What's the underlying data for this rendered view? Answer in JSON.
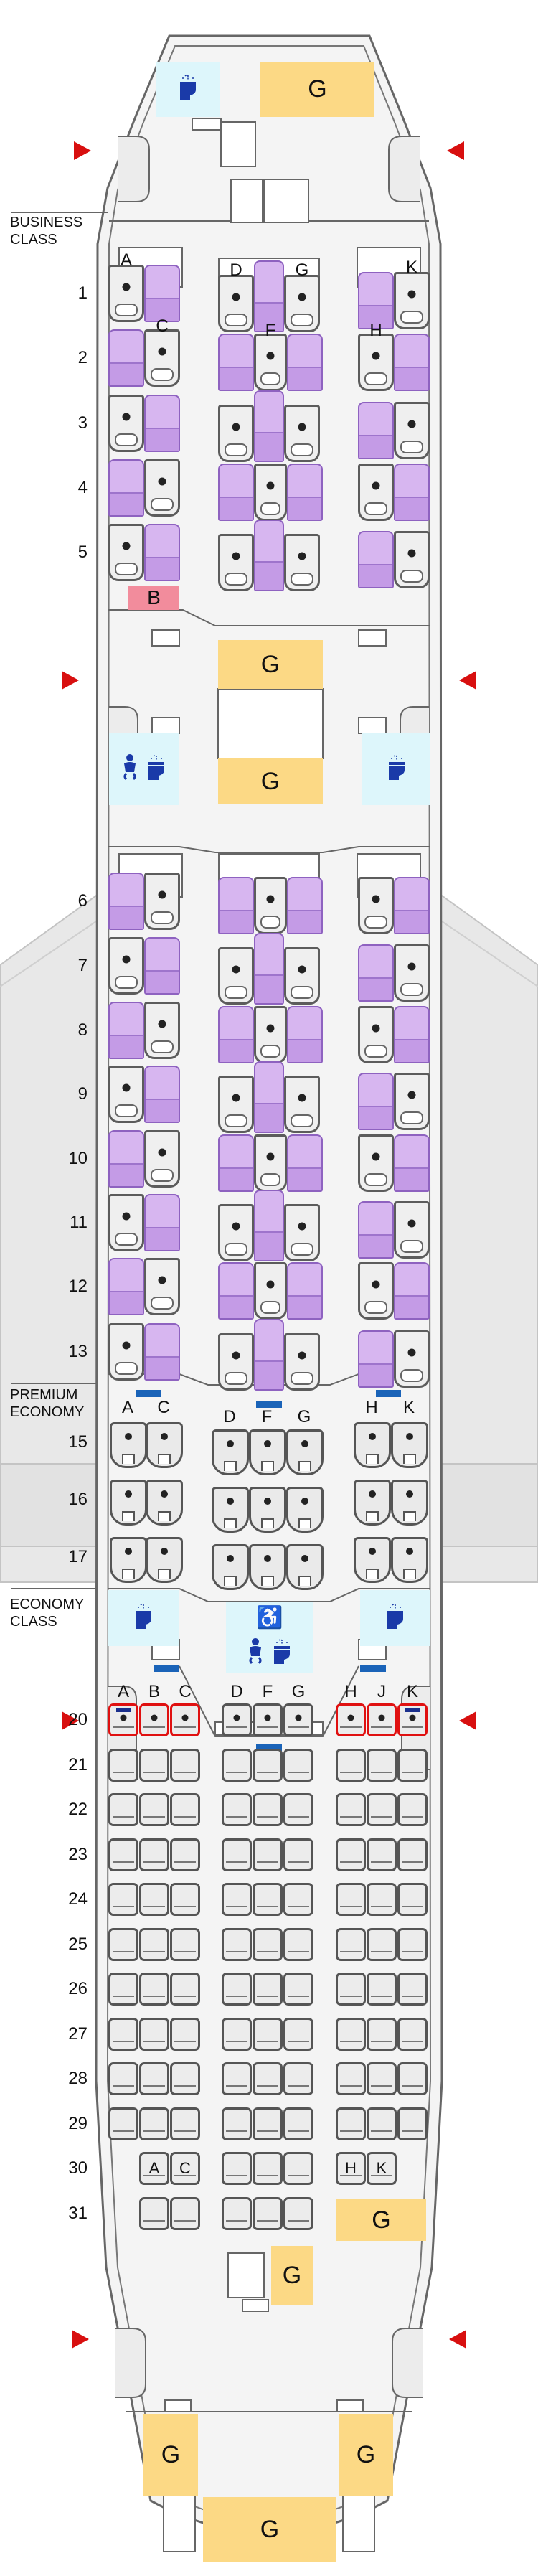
{
  "cabin_labels": {
    "business": [
      "BUSINESS",
      "CLASS"
    ],
    "premium": [
      "PREMIUM",
      "ECONOMY"
    ],
    "economy": [
      "ECONOMY",
      "CLASS"
    ]
  },
  "galleys": {
    "front": "G",
    "mid_upper": "G",
    "mid_lower": "G",
    "row31_right": "G",
    "rear_small": "G",
    "rear_left": "G",
    "rear_right": "G",
    "rear_center": "G"
  },
  "bassinet": "B",
  "icons": {
    "lavatory": "toilet-icon",
    "accessible": "wheelchair-icon",
    "baby_change": "baby-change-icon",
    "door": "door-arrow-icon",
    "wheelchair_glyph": "♿"
  },
  "colors": {
    "business_seat": "#d7b6f0",
    "galley": "#fcd985",
    "lavatory": "#ddf6fb",
    "bassinet": "#f28c9c",
    "door_marker": "#d80f0f",
    "exit_marker": "#1a63b8",
    "highlight_seat_border": "#e01010"
  },
  "business": {
    "rows": [
      {
        "row": "1",
        "letters": {
          "left": "A",
          "center_l": "D",
          "center_r": "G",
          "right": "K"
        }
      },
      {
        "row": "2",
        "letters": {
          "left": "C",
          "center": "F",
          "right": "H"
        }
      },
      {
        "row": "3"
      },
      {
        "row": "4"
      },
      {
        "row": "5"
      },
      {
        "row": "6"
      },
      {
        "row": "7"
      },
      {
        "row": "8"
      },
      {
        "row": "9"
      },
      {
        "row": "10"
      },
      {
        "row": "11"
      },
      {
        "row": "12"
      },
      {
        "row": "13"
      }
    ]
  },
  "premium": {
    "column_letters": [
      "A",
      "C",
      "D",
      "F",
      "G",
      "H",
      "K"
    ],
    "rows": [
      "15",
      "16",
      "17"
    ]
  },
  "economy": {
    "column_letters": [
      "A",
      "B",
      "C",
      "D",
      "F",
      "G",
      "H",
      "J",
      "K"
    ],
    "rows": [
      {
        "row": "20",
        "seats": [
          "A",
          "B",
          "C",
          "D",
          "F",
          "G",
          "H",
          "J",
          "K"
        ],
        "highlighted": [
          "A",
          "B",
          "C",
          "H",
          "J",
          "K"
        ],
        "bassinet_marked": [
          "A",
          "K"
        ],
        "show_dots": true
      },
      {
        "row": "21",
        "seats": [
          "A",
          "B",
          "C",
          "D",
          "F",
          "G",
          "H",
          "J",
          "K"
        ]
      },
      {
        "row": "22",
        "seats": [
          "A",
          "B",
          "C",
          "D",
          "F",
          "G",
          "H",
          "J",
          "K"
        ]
      },
      {
        "row": "23",
        "seats": [
          "A",
          "B",
          "C",
          "D",
          "F",
          "G",
          "H",
          "J",
          "K"
        ]
      },
      {
        "row": "24",
        "seats": [
          "A",
          "B",
          "C",
          "D",
          "F",
          "G",
          "H",
          "J",
          "K"
        ]
      },
      {
        "row": "25",
        "seats": [
          "A",
          "B",
          "C",
          "D",
          "F",
          "G",
          "H",
          "J",
          "K"
        ]
      },
      {
        "row": "26",
        "seats": [
          "A",
          "B",
          "C",
          "D",
          "F",
          "G",
          "H",
          "J",
          "K"
        ]
      },
      {
        "row": "27",
        "seats": [
          "A",
          "B",
          "C",
          "D",
          "F",
          "G",
          "H",
          "J",
          "K"
        ]
      },
      {
        "row": "28",
        "seats": [
          "A",
          "B",
          "C",
          "D",
          "F",
          "G",
          "H",
          "J",
          "K"
        ]
      },
      {
        "row": "29",
        "seats": [
          "A",
          "B",
          "C",
          "D",
          "F",
          "G",
          "H",
          "J",
          "K"
        ]
      },
      {
        "row": "30",
        "seats": [
          "B",
          "C",
          "D",
          "F",
          "G",
          "H",
          "J"
        ],
        "seat_labels": {
          "B": "A",
          "C": "C",
          "H": "H",
          "J": "K"
        }
      },
      {
        "row": "31",
        "seats": [
          "B",
          "C",
          "D",
          "F",
          "G"
        ]
      }
    ]
  }
}
